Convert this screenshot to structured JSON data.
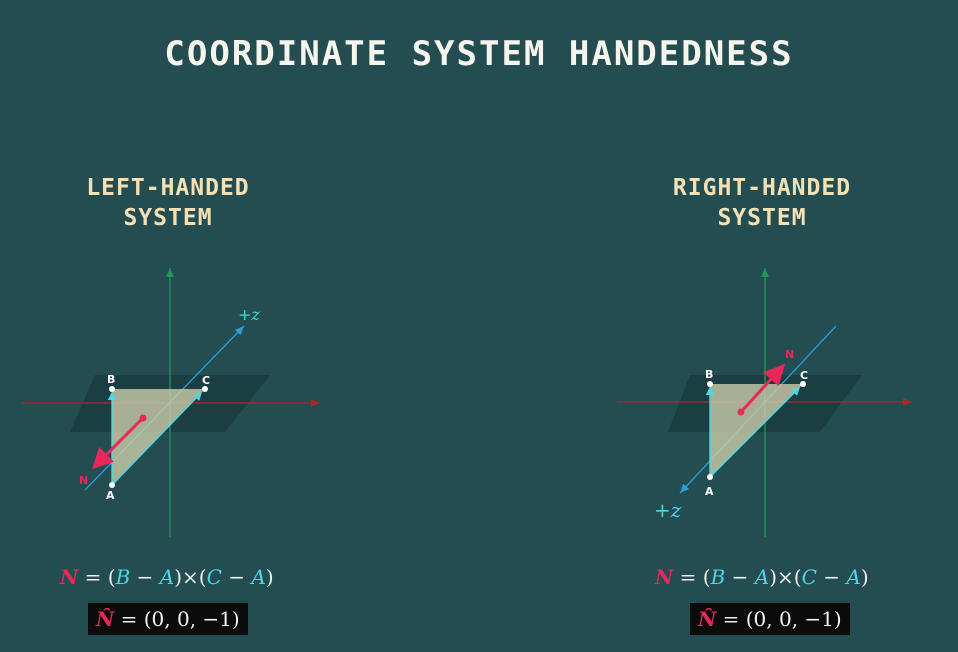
{
  "title": "Coordinate System Handedness",
  "panels": [
    {
      "subtitle_line1": "Left-Handed",
      "subtitle_line2": "System",
      "axis_label": "+z",
      "vertex_a": "A",
      "vertex_b": "B",
      "vertex_c": "C",
      "normal_label": "N",
      "formula": {
        "n": "N",
        "eq": " = (",
        "b": "B",
        "minus1": " − ",
        "a1": "A",
        "cross": ")×(",
        "c": "C",
        "minus2": " − ",
        "a2": "A",
        "close": ")"
      },
      "result": {
        "n": "N̂",
        "value": " = (0, 0, −1)"
      }
    },
    {
      "subtitle_line1": "Right-Handed",
      "subtitle_line2": "System",
      "axis_label": "+z",
      "vertex_a": "A",
      "vertex_b": "B",
      "vertex_c": "C",
      "normal_label": "N",
      "formula": {
        "n": "N",
        "eq": " = (",
        "b": "B",
        "minus1": " − ",
        "a1": "A",
        "cross": ")×(",
        "c": "C",
        "minus2": " − ",
        "a2": "A",
        "close": ")"
      },
      "result": {
        "n": "N̂",
        "value": " = (0, 0, −1)"
      }
    }
  ],
  "colors": {
    "background": "#234d51",
    "x_axis": "#b0242e",
    "y_axis": "#1f9a55",
    "z_axis": "#2a9fd8",
    "triangle_fill": "#c7c9a6",
    "normal": "#e8285a",
    "accent_cyan": "#4fd6e4"
  }
}
